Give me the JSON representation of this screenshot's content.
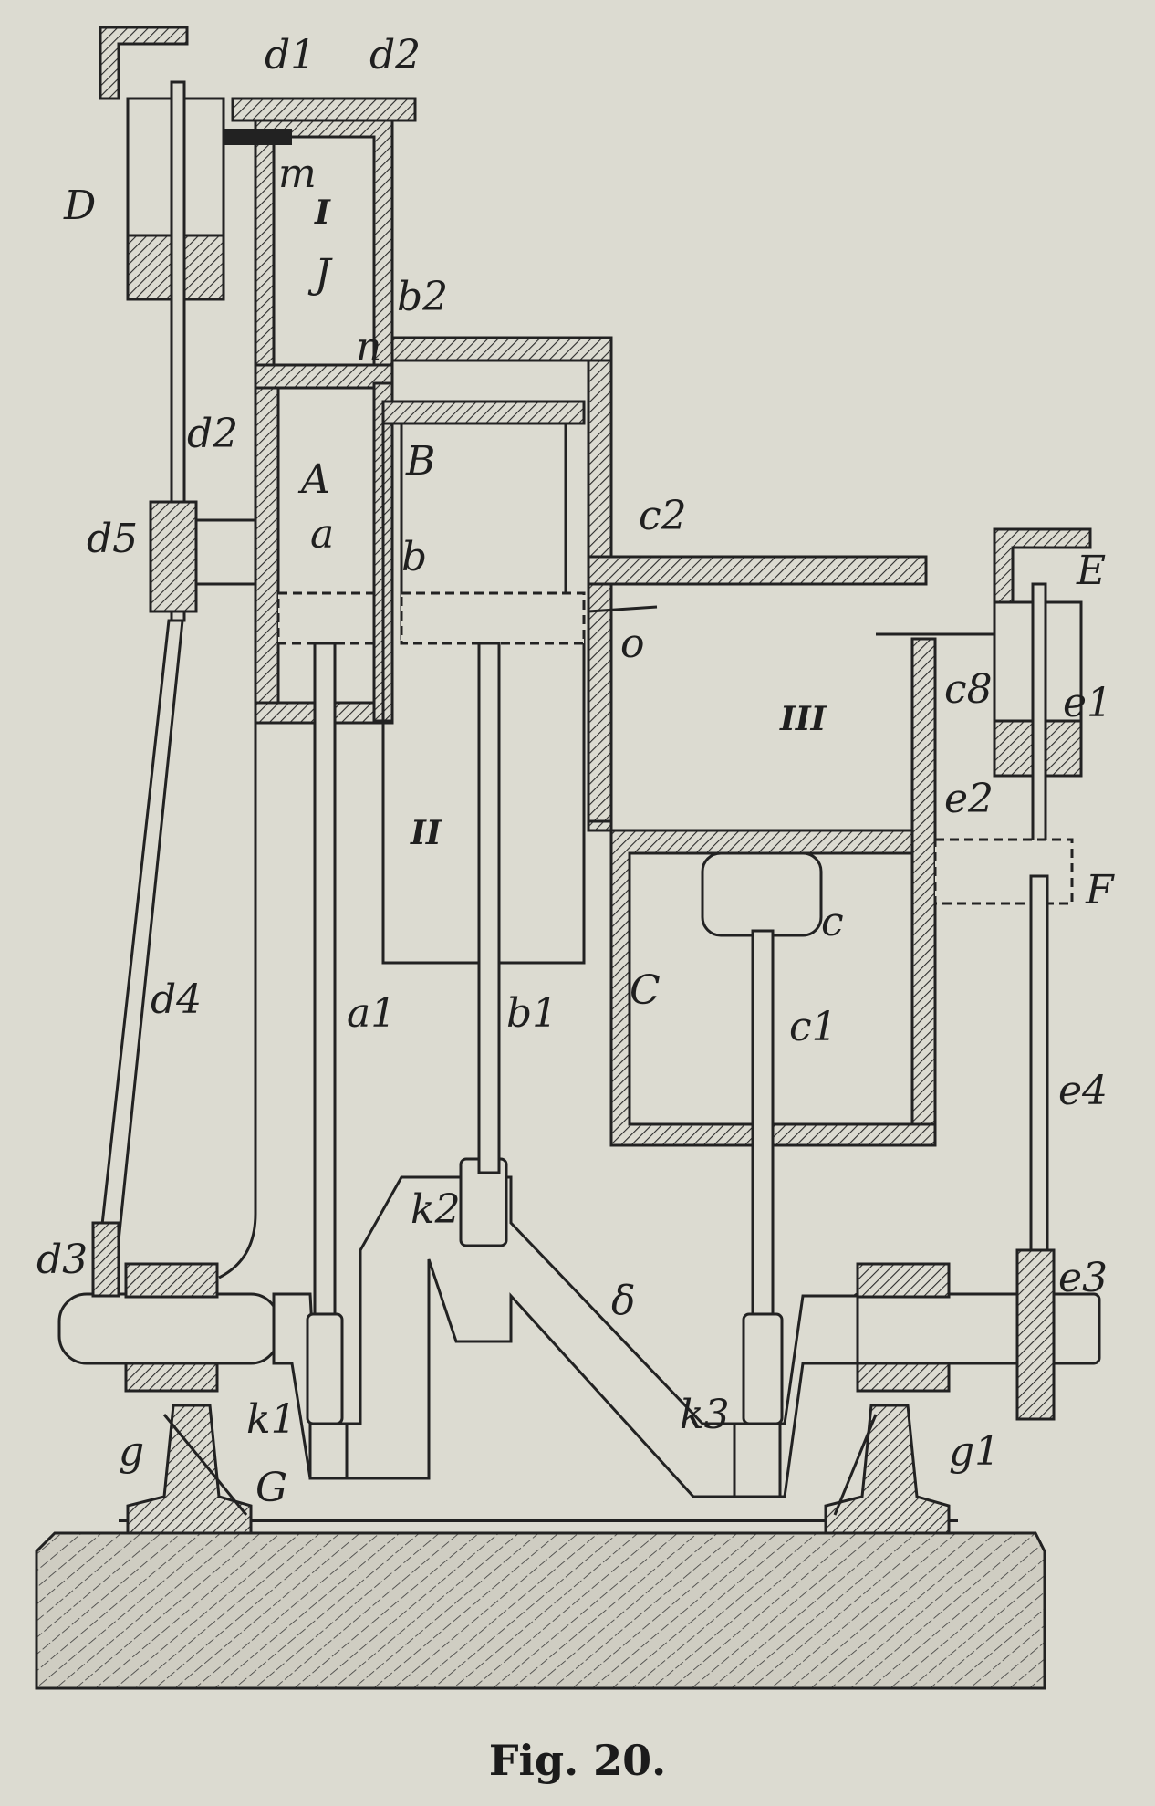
{
  "figure": {
    "caption": "Fig. 20.",
    "part_labels": {
      "D": "D",
      "d1": "d1",
      "d2_top": "d2",
      "m": "m",
      "I": "I",
      "J": "J",
      "b2": "b2",
      "n": "n",
      "d2": "d2",
      "A": "A",
      "B": "B",
      "a": "a",
      "b": "b",
      "d5": "d5",
      "c2": "c2",
      "o": "o",
      "E": "E",
      "e1": "e1",
      "c8": "c8",
      "III": "III",
      "II": "II",
      "e2": "e2",
      "F": "F",
      "c": "c",
      "C": "C",
      "d4": "d4",
      "a1": "a1",
      "b1": "b1",
      "c1": "c1",
      "e4": "e4",
      "k2": "k2",
      "d3": "d3",
      "e3": "e3",
      "delta": "δ",
      "k1": "k1",
      "k3": "k3",
      "g": "g",
      "G": "G",
      "g1": "g1"
    }
  }
}
